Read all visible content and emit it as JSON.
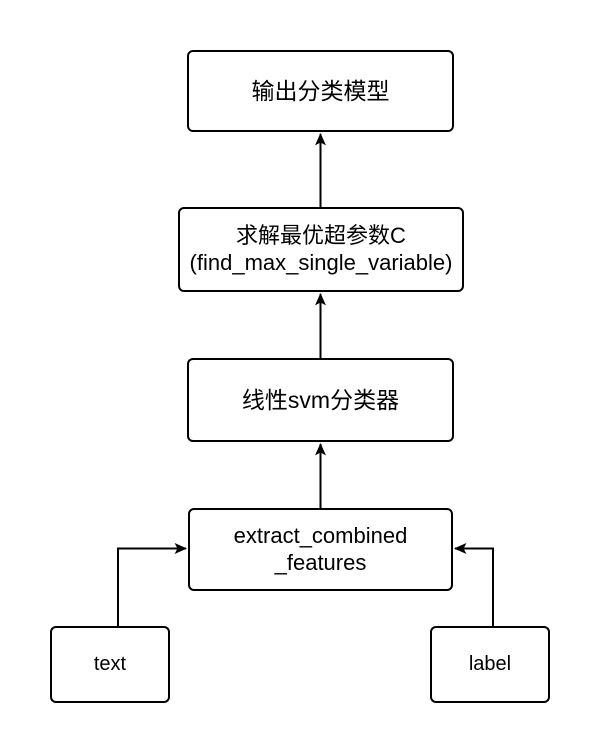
{
  "diagram": {
    "title": "SVM text classification pipeline flowchart",
    "background_color": "#ffffff",
    "stroke_color": "#000000",
    "node_fill": "#ffffff",
    "nodes": [
      {
        "id": "output-model",
        "label": "输出分类模型",
        "lines": [
          "输出分类模型"
        ]
      },
      {
        "id": "solve-c",
        "label": "求解最优超参数C\n(find_max_single_variable)",
        "lines": [
          "求解最优超参数C",
          "(find_max_single_variable)"
        ]
      },
      {
        "id": "linear-svm",
        "label": "线性svm分类器",
        "lines": [
          "线性svm分类器"
        ]
      },
      {
        "id": "extract-features",
        "label": "extract_combined\n_features",
        "lines": [
          "extract_combined",
          "_features"
        ]
      },
      {
        "id": "text",
        "label": "text",
        "lines": [
          "text"
        ]
      },
      {
        "id": "label",
        "label": "label",
        "lines": [
          "label"
        ]
      }
    ],
    "edges": [
      {
        "id": "edge-solve-c-to-output-model",
        "from": "solve-c",
        "to": "output-model",
        "direction": "up",
        "label": ""
      },
      {
        "id": "edge-linear-svm-to-solve-c",
        "from": "linear-svm",
        "to": "solve-c",
        "direction": "up",
        "label": ""
      },
      {
        "id": "edge-extract-features-to-linear-svm",
        "from": "extract-features",
        "to": "linear-svm",
        "direction": "up",
        "label": ""
      },
      {
        "id": "edge-text-to-extract-features",
        "from": "text",
        "to": "extract-features",
        "direction": "right",
        "label": ""
      },
      {
        "id": "edge-label-to-extract-features",
        "from": "label",
        "to": "extract-features",
        "direction": "left",
        "label": ""
      }
    ]
  }
}
